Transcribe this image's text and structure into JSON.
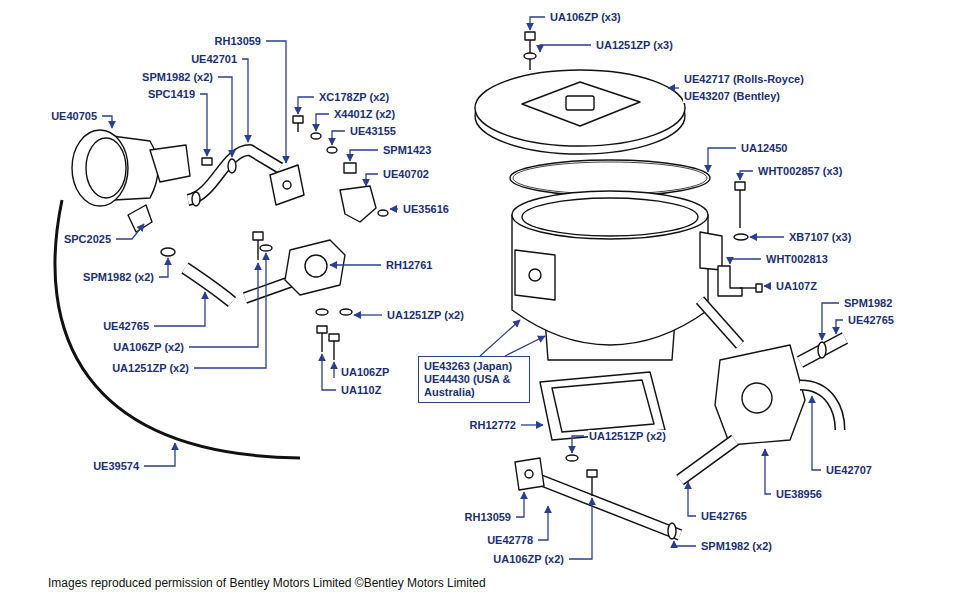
{
  "diagram": {
    "caption": "Images reproduced permission of Bentley Motors Limited ©Bentley Motors Limited",
    "nodes": [
      {
        "text": [
          "UE43263 (Japan) UE44430 (USA & Australia)"
        ]
      }
    ],
    "labels": [
      "UA106ZP (x3)",
      "UA1251ZP (x3)",
      "UE42717 (Rolls-Royce)",
      "UE43207 (Bentley)",
      "RH13059",
      "UE42701",
      "SPM1982 (x2)",
      "SPC1419",
      "UE40705",
      "XC178ZP (x2)",
      "X4401Z (x2)",
      "UE43155",
      "SPM1423",
      "UE40702",
      "UE35616",
      "UA12450",
      "WHT002857 (x3)",
      "XB7107 (x3)",
      "WHT002813",
      "UA107Z",
      "SPM1982",
      "UE42765",
      "SPC2025",
      "SPM1982 (x2)",
      "RH12761",
      "UA1251ZP (x2)",
      "UE42765",
      "UA106ZP (x2)",
      "UA1251ZP (x2)",
      "UA106ZP",
      "UA110Z",
      "RH12772",
      "UA1251ZP (x2)",
      "UE42707",
      "UE39574",
      "UE38956",
      "RH13059",
      "UE42765",
      "UE42778",
      "SPM1982 (x2)",
      "UA106ZP (x2)"
    ]
  }
}
